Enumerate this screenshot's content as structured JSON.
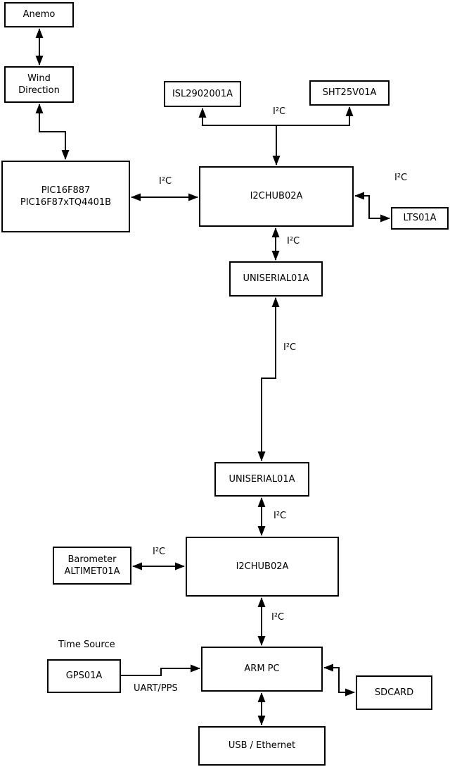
{
  "diagram": {
    "colors": {
      "background": "#ffffff",
      "line": "#000000",
      "box_fill": "#ffffff",
      "box_border": "#000000"
    },
    "boxes": {
      "anemo": {
        "label": "Anemo"
      },
      "wind_direction": {
        "lines": [
          "Wind",
          "Direction"
        ]
      },
      "pic": {
        "lines": [
          "PIC16F887",
          "PIC16F87xTQ4401B"
        ]
      },
      "isl": {
        "label": "ISL2902001A"
      },
      "sht": {
        "label": "SHT25V01A"
      },
      "i2c_hub_1": {
        "label": "I2CHUB02A"
      },
      "lts": {
        "label": "LTS01A"
      },
      "uniserial_1": {
        "label": "UNISERIAL01A"
      },
      "uniserial_2": {
        "label": "UNISERIAL01A"
      },
      "i2c_hub_2": {
        "label": "I2CHUB02A"
      },
      "barometer": {
        "lines": [
          "Barometer",
          "ALTIMET01A"
        ]
      },
      "arm_pc": {
        "label": "ARM PC"
      },
      "gps": {
        "label": "GPS01A"
      },
      "sdcard": {
        "label": "SDCARD"
      },
      "usb_ethernet": {
        "label": "USB / Ethernet"
      }
    },
    "labels": {
      "i2c": "I²C",
      "time_source": "Time Source",
      "uart_pps": "UART/PPS"
    }
  }
}
